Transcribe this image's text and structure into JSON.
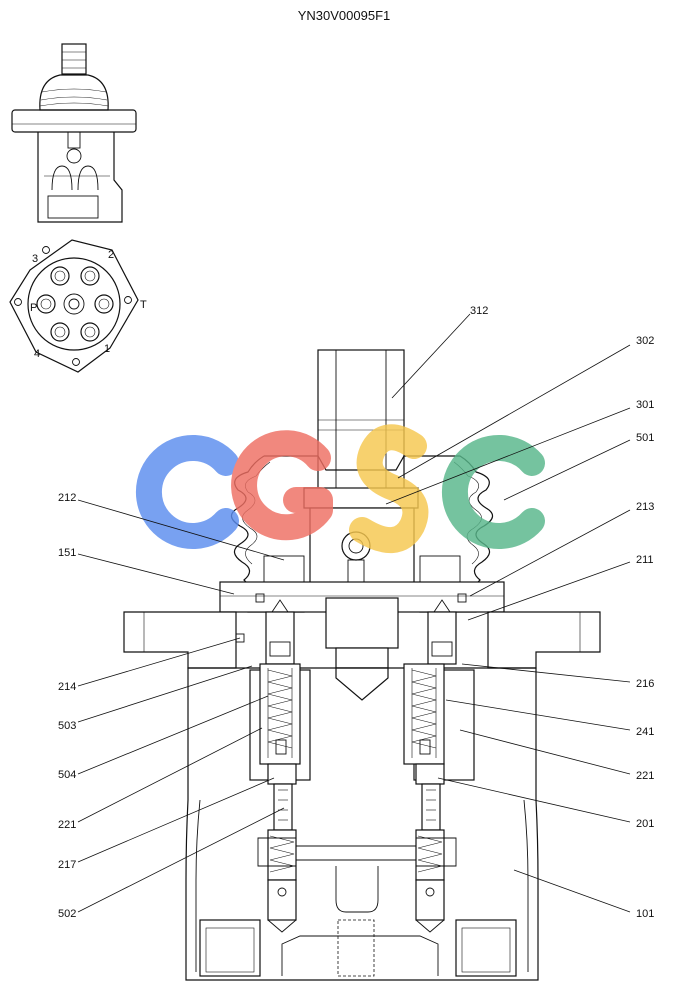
{
  "drawing_code": "YN30V00095F1",
  "port_labels": {
    "p1": "1",
    "p2": "2",
    "p3": "3",
    "p4": "4",
    "pP": "P",
    "pT": "T"
  },
  "watermark": {
    "text": "CGSC",
    "colors": [
      "#5b8def",
      "#ee6e62",
      "#f6c74f",
      "#57b68a"
    ]
  },
  "part_labels": {
    "l312": "312",
    "l302": "302",
    "l301": "301",
    "l501": "501",
    "l213": "213",
    "l211": "211",
    "l212": "212",
    "l151": "151",
    "l214": "214",
    "l503": "503",
    "l504": "504",
    "l221a": "221",
    "l217": "217",
    "l502": "502",
    "l216": "216",
    "l241": "241",
    "l221b": "221",
    "l201": "201",
    "l101": "101"
  }
}
